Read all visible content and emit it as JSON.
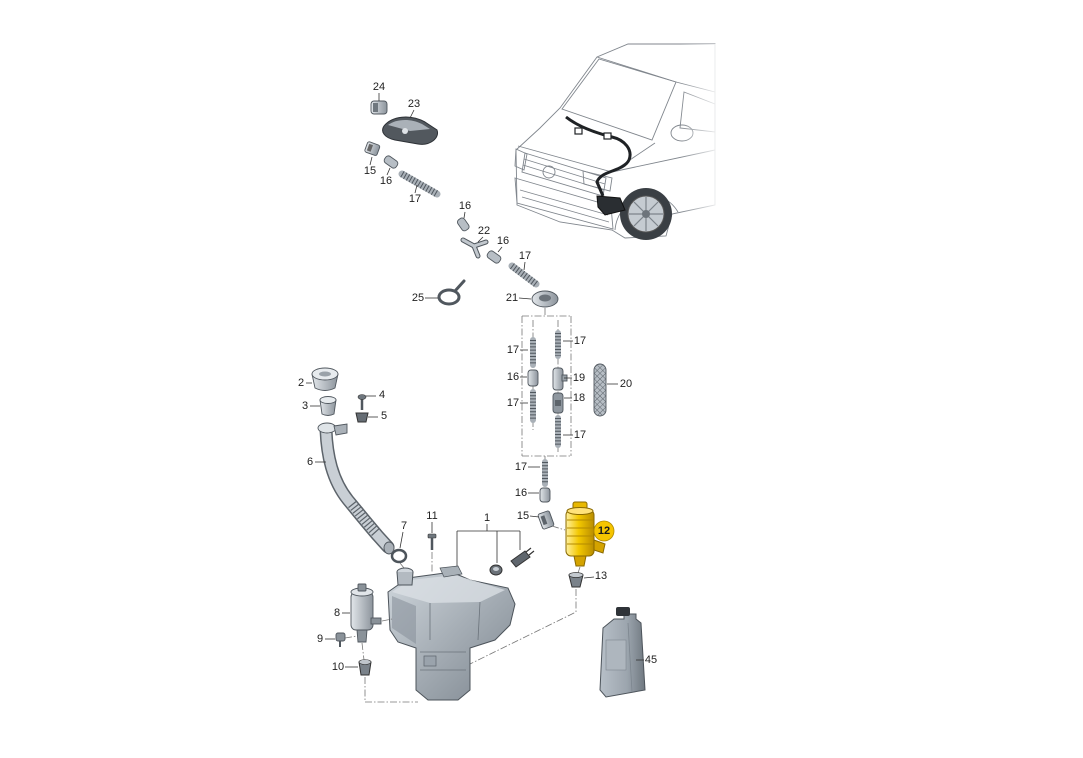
{
  "diagram": {
    "callouts": [
      "24",
      "23",
      "15",
      "16",
      "17",
      "16",
      "22",
      "16",
      "17",
      "25",
      "21",
      "17",
      "17",
      "16",
      "19",
      "20",
      "17",
      "18",
      "17",
      "17",
      "16",
      "15",
      "12",
      "2",
      "4",
      "3",
      "5",
      "6",
      "7",
      "11",
      "1",
      "13",
      "8",
      "9",
      "10",
      "45"
    ],
    "highlighted_callout": "12"
  },
  "colors": {
    "highlight": "#f5c400",
    "highlight_stroke": "#b08a00",
    "van_hose": "#1f2225",
    "part_gray": "#c4cad0"
  }
}
